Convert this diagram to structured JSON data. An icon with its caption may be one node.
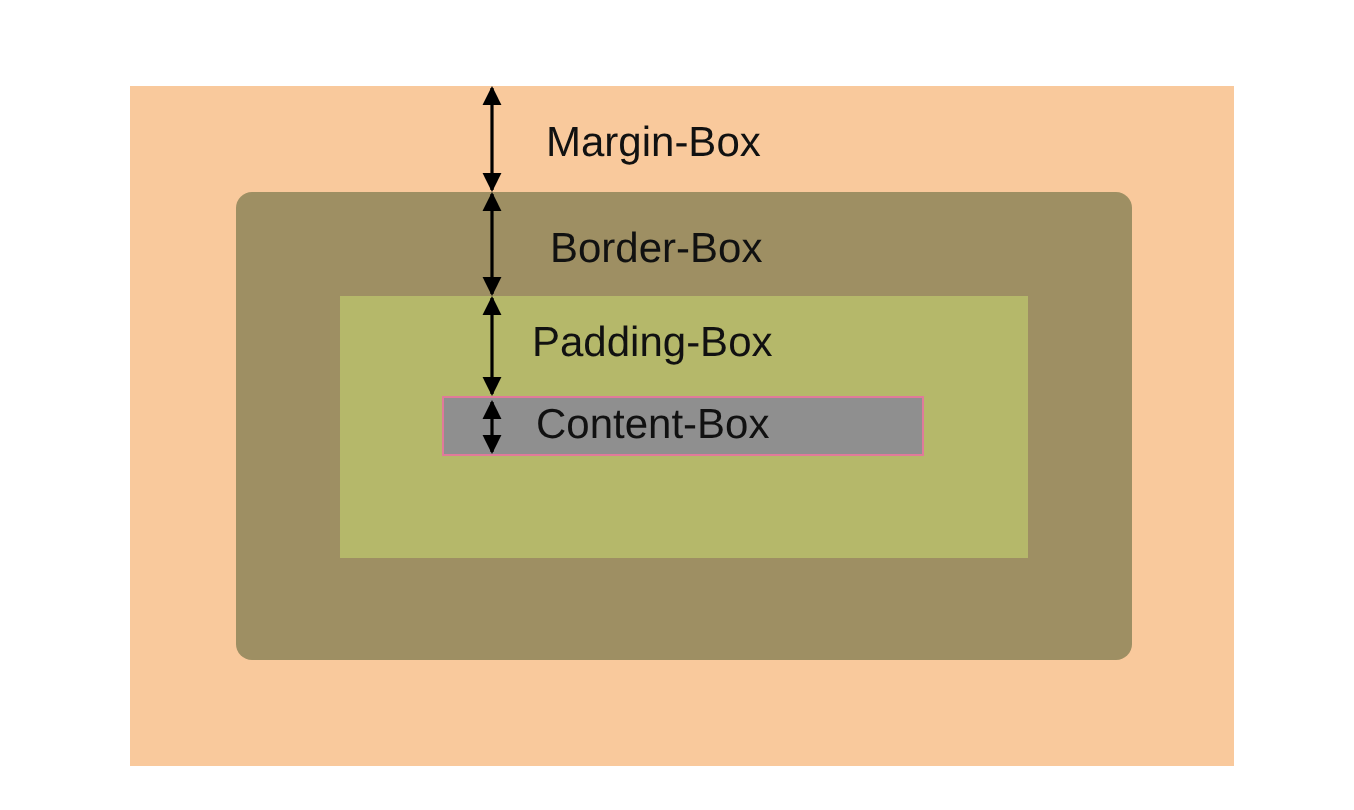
{
  "diagram": {
    "nodes": [
      {
        "text": [
          "Margin-Box"
        ]
      },
      {
        "text": [
          "Border-Box"
        ],
        "in": 0
      },
      {
        "text": [
          "Padding-Box"
        ],
        "in": 1
      },
      {
        "text": [
          "Content-Box"
        ],
        "in": 2
      }
    ]
  }
}
